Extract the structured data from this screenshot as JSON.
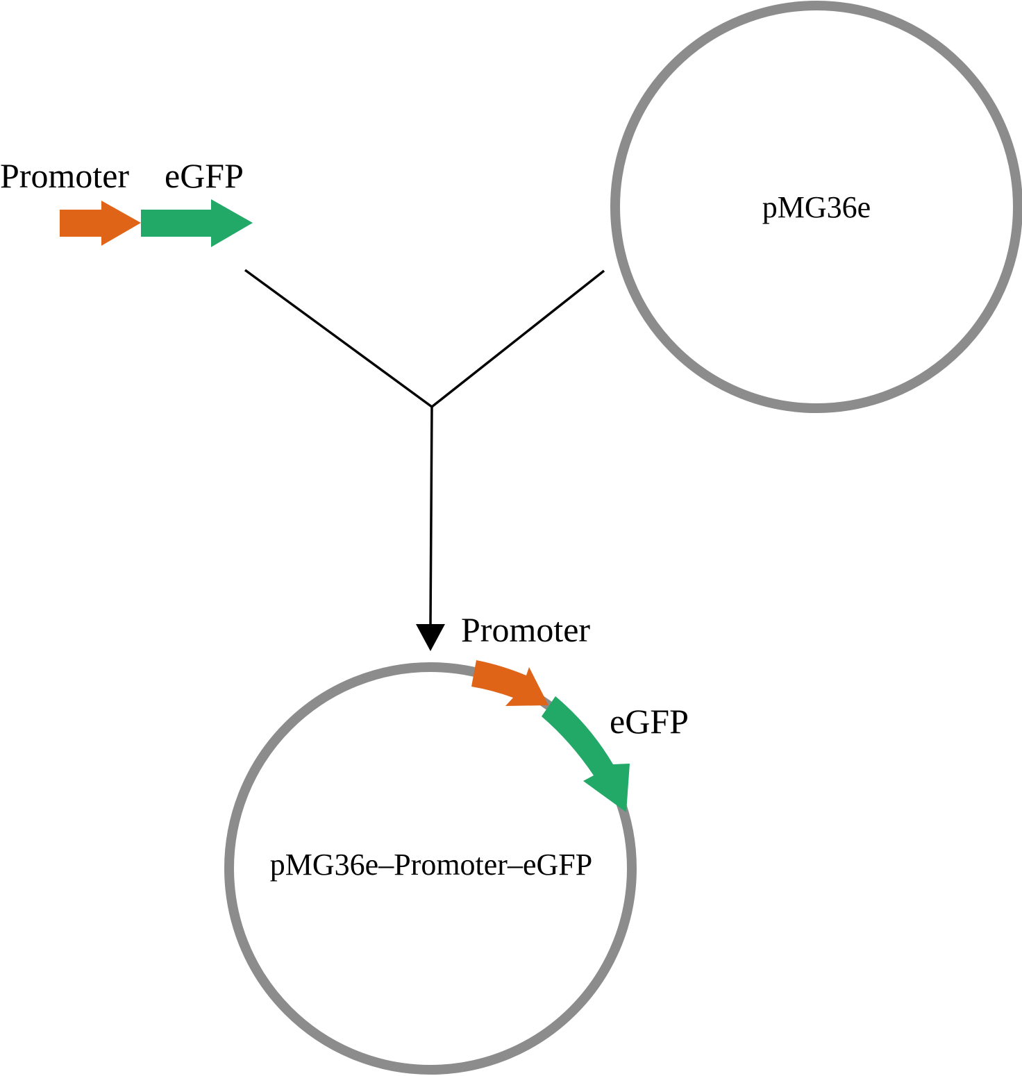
{
  "colors": {
    "promoter": "#e06418",
    "egfp": "#22a867",
    "plasmid_ring": "#8c8c8c",
    "lines": "#000000"
  },
  "insert": {
    "promoter_label": "Promoter",
    "egfp_label": "eGFP"
  },
  "vector": {
    "name": "pMG36e"
  },
  "product": {
    "name": "pMG36e–Promoter–eGFP",
    "promoter_label": "Promoter",
    "egfp_label": "eGFP"
  }
}
